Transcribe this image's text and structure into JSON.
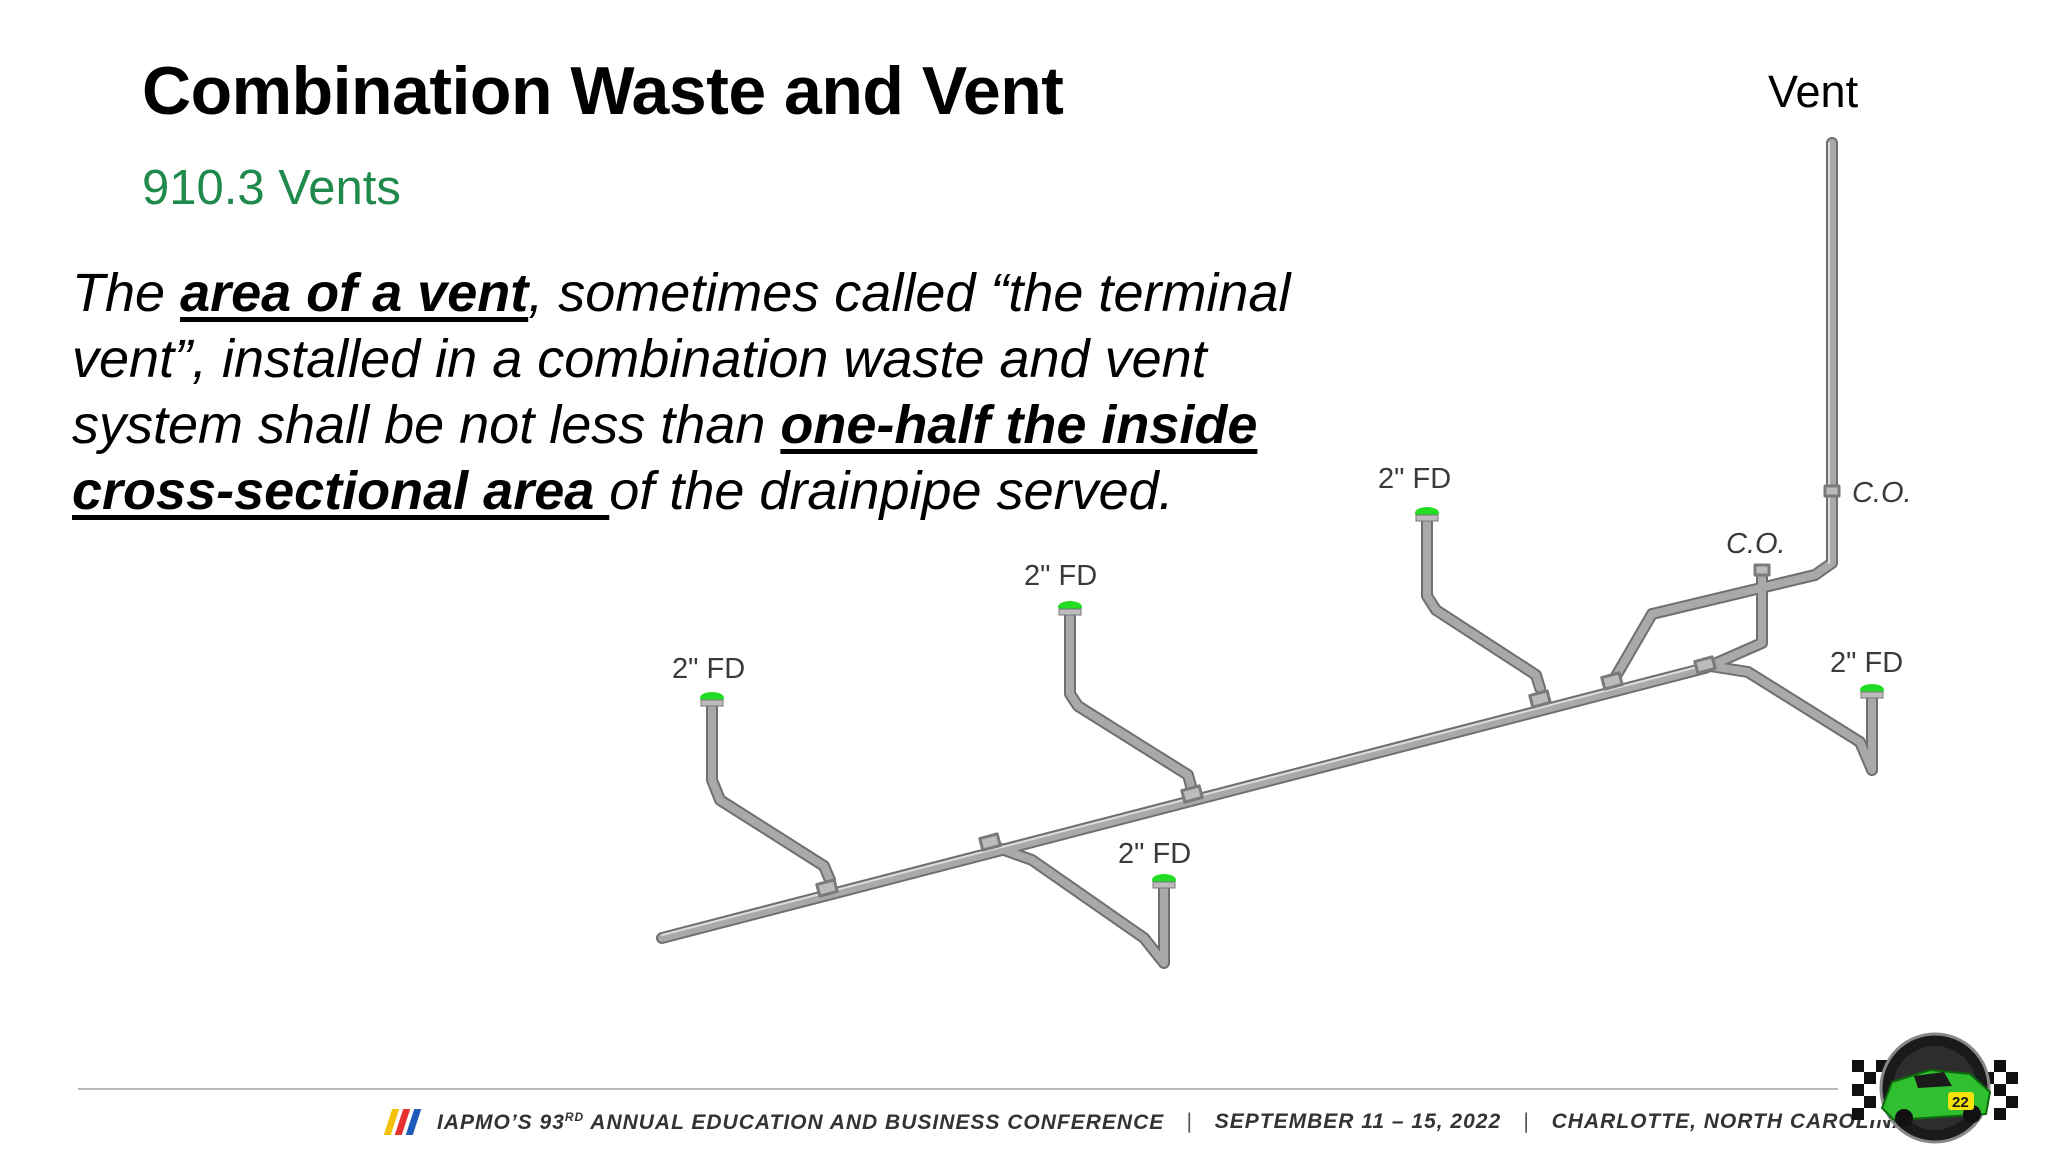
{
  "slide": {
    "title": "Combination Waste and Vent",
    "subtitle": "910.3 Vents",
    "body": {
      "p1": "The ",
      "em1": "area of a vent",
      "p2": ", sometimes called “the terminal vent”, installed in a combination waste and vent system shall be not less than ",
      "em2": "one-half the inside cross-sectional area ",
      "p3": "of the drainpipe served."
    }
  },
  "diagram": {
    "vent_label": "Vent",
    "fd_label": "2\" FD",
    "co_label": "C.O.",
    "pipe_color": "#9a9a9a",
    "drain_color": "#22dd22"
  },
  "footer": {
    "stripe_colors": [
      "#f4c20d",
      "#e8322e",
      "#1e5bb8"
    ],
    "event_prefix": "IAPMO’S 93",
    "event_sup": "RD",
    "event_suffix": " ANNUAL EDUCATION AND BUSINESS CONFERENCE",
    "sep": "|",
    "dates": "SEPTEMBER 11 – 15, 2022",
    "location": "CHARLOTTE, NORTH CAROLINA"
  },
  "logo": {
    "badge_number": "22"
  }
}
